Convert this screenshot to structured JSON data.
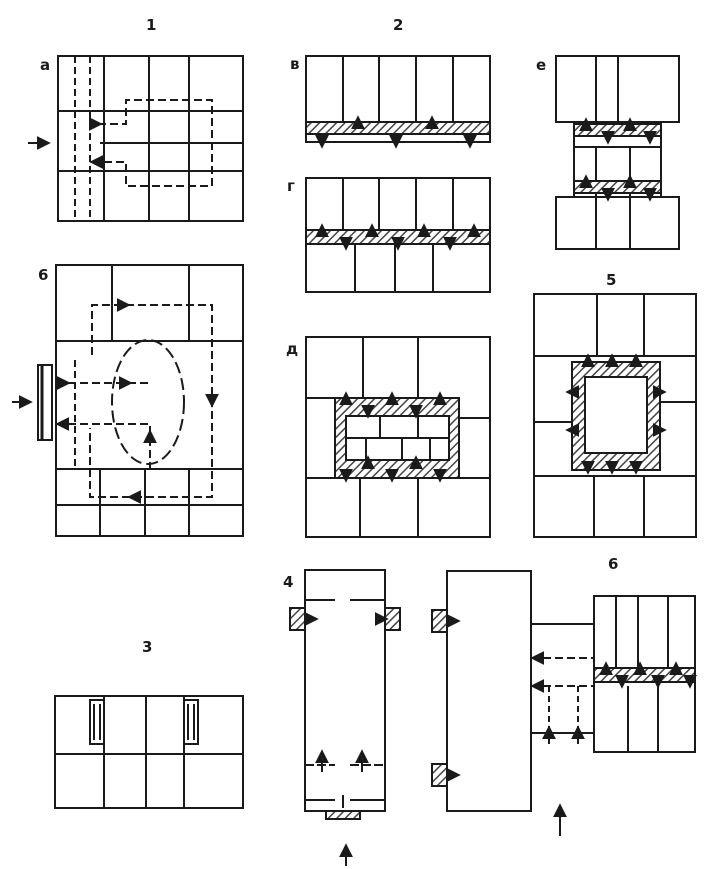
{
  "labels": {
    "top_1": "1",
    "top_2": "2",
    "sub_a": "a",
    "sub_b": "в",
    "sub_e": "е",
    "sub_g": "г",
    "label_6_left": "6",
    "sub_d": "д",
    "label_5": "5",
    "label_3": "3",
    "label_4": "4",
    "label_6_bottom": "6"
  },
  "colors": {
    "ink": "#1a1a1a",
    "hatch": "#555555",
    "paper": "#ffffff"
  }
}
